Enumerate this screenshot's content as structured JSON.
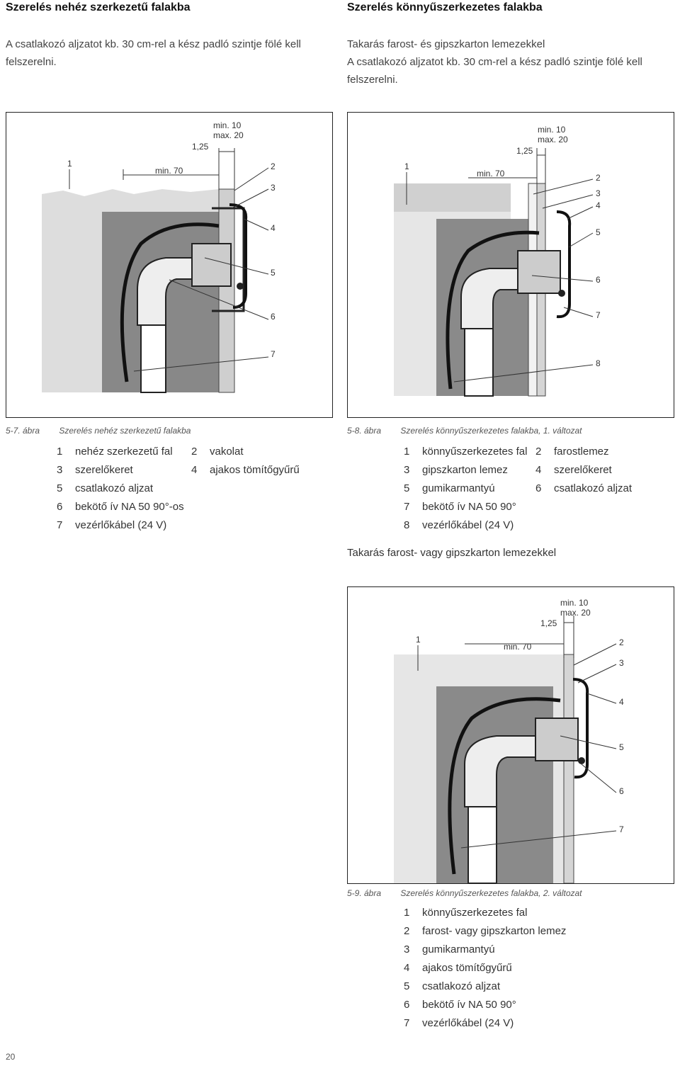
{
  "left": {
    "heading": "Szerelés nehéz szerkezetű falakba",
    "intro_line1": "A csatlakozó aljzatot kb. 30 cm-rel a kész padló szintje fölé kell",
    "intro_line2": "felszerelni.",
    "figure": {
      "labels": {
        "dim_min10": "min. 10",
        "dim_max20": "max. 20",
        "dim_125": "1,25",
        "dim_min70": "min. 70",
        "n1": "1",
        "n2": "2",
        "n3": "3",
        "n4": "4",
        "n5": "5",
        "n6": "6",
        "n7": "7"
      },
      "caption_num": "5-7. ábra",
      "caption_text": "Szerelés nehéz szerkezetű falakba"
    },
    "legend": [
      {
        "n": "1",
        "t": "nehéz szerkezetű fal"
      },
      {
        "n": "2",
        "t": "vakolat"
      },
      {
        "n": "3",
        "t": "szerelőkeret"
      },
      {
        "n": "4",
        "t": "ajakos tömítőgyűrű"
      },
      {
        "n": "5",
        "t": "csatlakozó aljzat"
      },
      {
        "n": "6",
        "t": "bekötő ív NA 50 90°-os"
      },
      {
        "n": "7",
        "t": "vezérlőkábel (24 V)"
      }
    ]
  },
  "right": {
    "heading": "Szerelés könnyűszerkezetes falakba",
    "intro_line1": "Takarás farost- és gipszkarton lemezekkel",
    "intro_line2": "A csatlakozó aljzatot kb. 30 cm-rel a kész padló szintje fölé kell",
    "intro_line3": "felszerelni.",
    "figure": {
      "labels": {
        "dim_min10": "min. 10",
        "dim_max20": "max. 20",
        "dim_125": "1,25",
        "dim_min70": "min. 70",
        "n1": "1",
        "n2": "2",
        "n3": "3",
        "n4": "4",
        "n5": "5",
        "n6": "6",
        "n7": "7",
        "n8": "8"
      },
      "caption_num": "5-8. ábra",
      "caption_text": "Szerelés könnyűszerkezetes falakba, 1. változat"
    },
    "legend": [
      {
        "n": "1",
        "t": "könnyűszerkezetes fal"
      },
      {
        "n": "2",
        "t": "farostlemez"
      },
      {
        "n": "3",
        "t": "gipszkarton lemez"
      },
      {
        "n": "4",
        "t": "szerelőkeret"
      },
      {
        "n": "5",
        "t": "gumikarmantyú"
      },
      {
        "n": "6",
        "t": "csatlakozó aljzat"
      },
      {
        "n": "7",
        "t": "bekötő ív NA 50 90°"
      },
      {
        "n": "8",
        "t": "vezérlőkábel (24 V)"
      }
    ],
    "subheading": "Takarás farost- vagy gipszkarton lemezekkel",
    "figure2": {
      "labels": {
        "dim_min10": "min. 10",
        "dim_max20": "max. 20",
        "dim_125": "1,25",
        "dim_min70": "min. 70",
        "n1": "1",
        "n2": "2",
        "n3": "3",
        "n4": "4",
        "n5": "5",
        "n6": "6",
        "n7": "7"
      },
      "caption_num": "5-9. ábra",
      "caption_text": "Szerelés könnyűszerkezetes falakba, 2. változat"
    },
    "legend2": [
      {
        "n": "1",
        "t": "könnyűszerkezetes fal"
      },
      {
        "n": "2",
        "t": "farost- vagy gipszkarton lemez"
      },
      {
        "n": "3",
        "t": "gumikarmantyú"
      },
      {
        "n": "4",
        "t": "ajakos tömítőgyűrű"
      },
      {
        "n": "5",
        "t": "csatlakozó aljzat"
      },
      {
        "n": "6",
        "t": "bekötő ív NA 50 90°"
      },
      {
        "n": "7",
        "t": "vezérlőkábel (24 V)"
      }
    ]
  },
  "page_number": "20"
}
